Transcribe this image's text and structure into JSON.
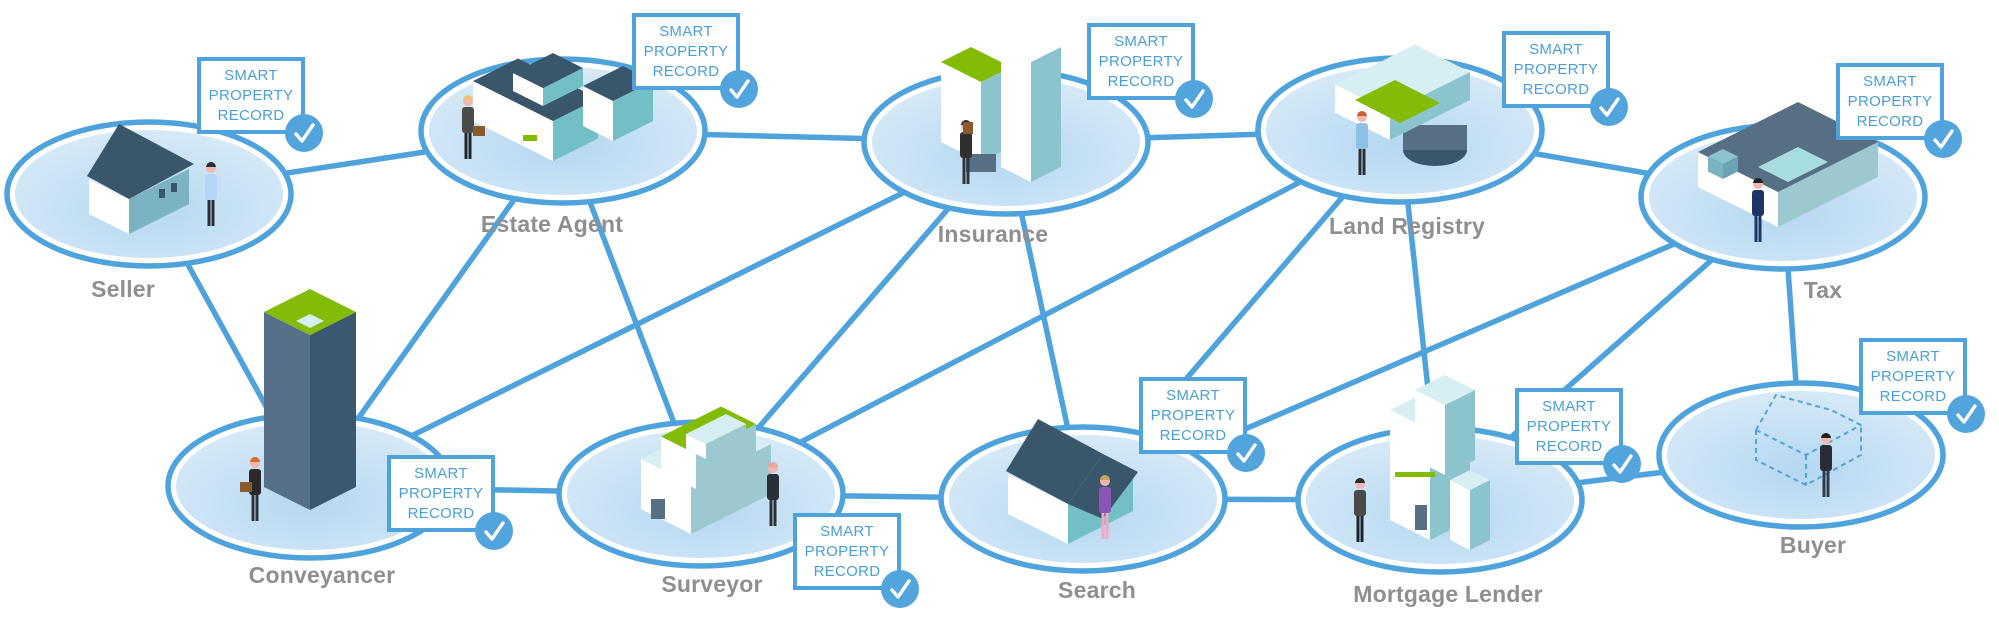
{
  "diagram": {
    "type": "network",
    "record_badge": {
      "lines": [
        "SMART",
        "PROPERTY",
        "RECORD"
      ],
      "icon": "check-circle-icon"
    },
    "colors": {
      "line": "#4fa3dc",
      "node_fill": "#cfe5f6",
      "node_fill_center": "#b4d7f1",
      "label": "#8f8f8f",
      "badge_text": "#4a9fd9",
      "accent_green": "#84bb06",
      "building_dark": "#3a566b"
    },
    "nodes": [
      {
        "id": "seller",
        "label": "Seller",
        "building": "house-icon",
        "has_record": true
      },
      {
        "id": "estate-agent",
        "label": "Estate Agent",
        "building": "office-building-icon",
        "has_record": true
      },
      {
        "id": "insurance",
        "label": "Insurance",
        "building": "brick-tower-icon",
        "has_record": true
      },
      {
        "id": "land-registry",
        "label": "Land Registry",
        "building": "registry-building-icon",
        "has_record": true
      },
      {
        "id": "tax",
        "label": "Tax",
        "building": "courtyard-building-icon",
        "has_record": true
      },
      {
        "id": "conveyancer",
        "label": "Conveyancer",
        "building": "skyscraper-icon",
        "has_record": true
      },
      {
        "id": "surveyor",
        "label": "Surveyor",
        "building": "stepped-building-icon",
        "has_record": true
      },
      {
        "id": "search",
        "label": "Search",
        "building": "house-icon",
        "has_record": true
      },
      {
        "id": "mortgage-lender",
        "label": "Mortgage Lender",
        "building": "bank-tower-icon",
        "has_record": true
      },
      {
        "id": "buyer",
        "label": "Buyer",
        "building": "dashed-house-outline-icon",
        "has_record": true
      }
    ],
    "edges": [
      [
        "seller",
        "estate-agent"
      ],
      [
        "seller",
        "conveyancer"
      ],
      [
        "estate-agent",
        "insurance"
      ],
      [
        "estate-agent",
        "conveyancer"
      ],
      [
        "estate-agent",
        "surveyor"
      ],
      [
        "insurance",
        "land-registry"
      ],
      [
        "insurance",
        "conveyancer"
      ],
      [
        "insurance",
        "surveyor"
      ],
      [
        "insurance",
        "search"
      ],
      [
        "land-registry",
        "tax"
      ],
      [
        "land-registry",
        "surveyor"
      ],
      [
        "land-registry",
        "search"
      ],
      [
        "land-registry",
        "mortgage-lender"
      ],
      [
        "tax",
        "search"
      ],
      [
        "tax",
        "mortgage-lender"
      ],
      [
        "tax",
        "buyer"
      ],
      [
        "conveyancer",
        "surveyor"
      ],
      [
        "surveyor",
        "search"
      ],
      [
        "search",
        "mortgage-lender"
      ],
      [
        "mortgage-lender",
        "buyer"
      ]
    ]
  }
}
